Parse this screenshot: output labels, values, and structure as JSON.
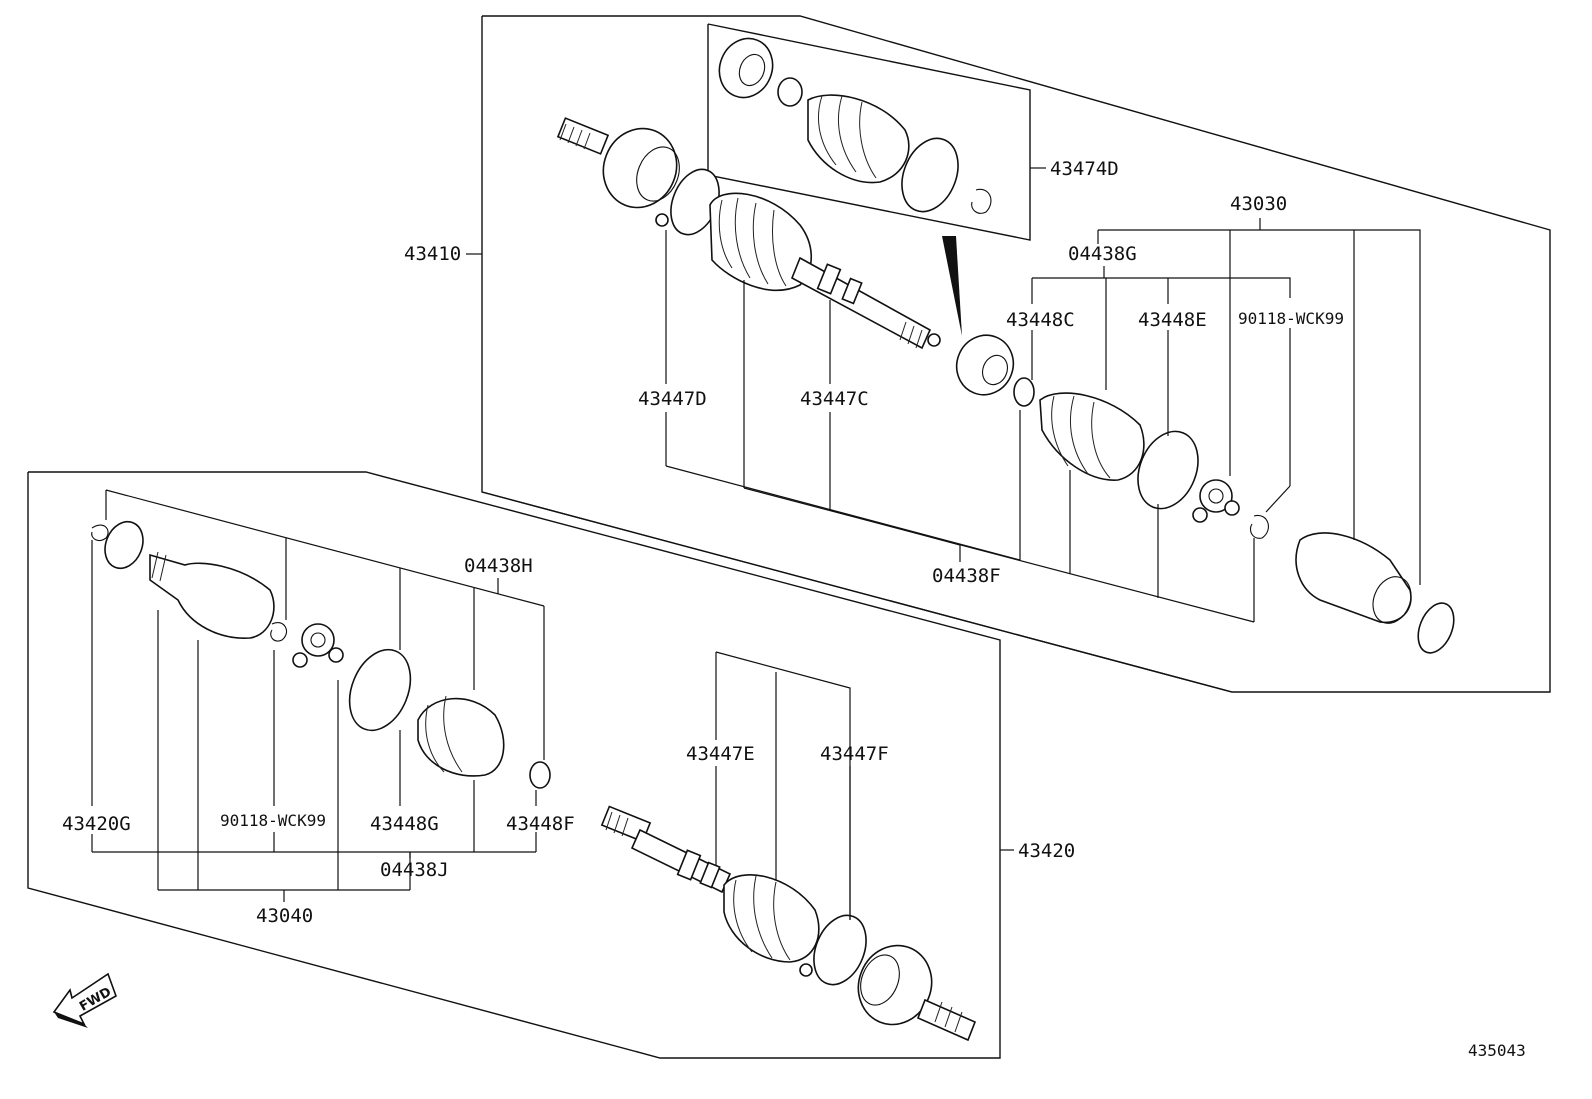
{
  "diagram_id": "435043",
  "fwd_label": "FWD",
  "labels": {
    "p43410": "43410",
    "p43474D": "43474D",
    "p43030": "43030",
    "p04438G": "04438G",
    "p43448C": "43448C",
    "p43448E": "43448E",
    "p90118_upper": "90118-WCK99",
    "p43447D": "43447D",
    "p43447C": "43447C",
    "p04438F": "04438F",
    "p04438H": "04438H",
    "p43447E": "43447E",
    "p43447F": "43447F",
    "p43420G": "43420G",
    "p90118_lower": "90118-WCK99",
    "p43448G": "43448G",
    "p43448F": "43448F",
    "p04438J": "04438J",
    "p43040": "43040",
    "p43420": "43420"
  },
  "icons": {
    "fwd": "fwd-arrow-icon"
  }
}
